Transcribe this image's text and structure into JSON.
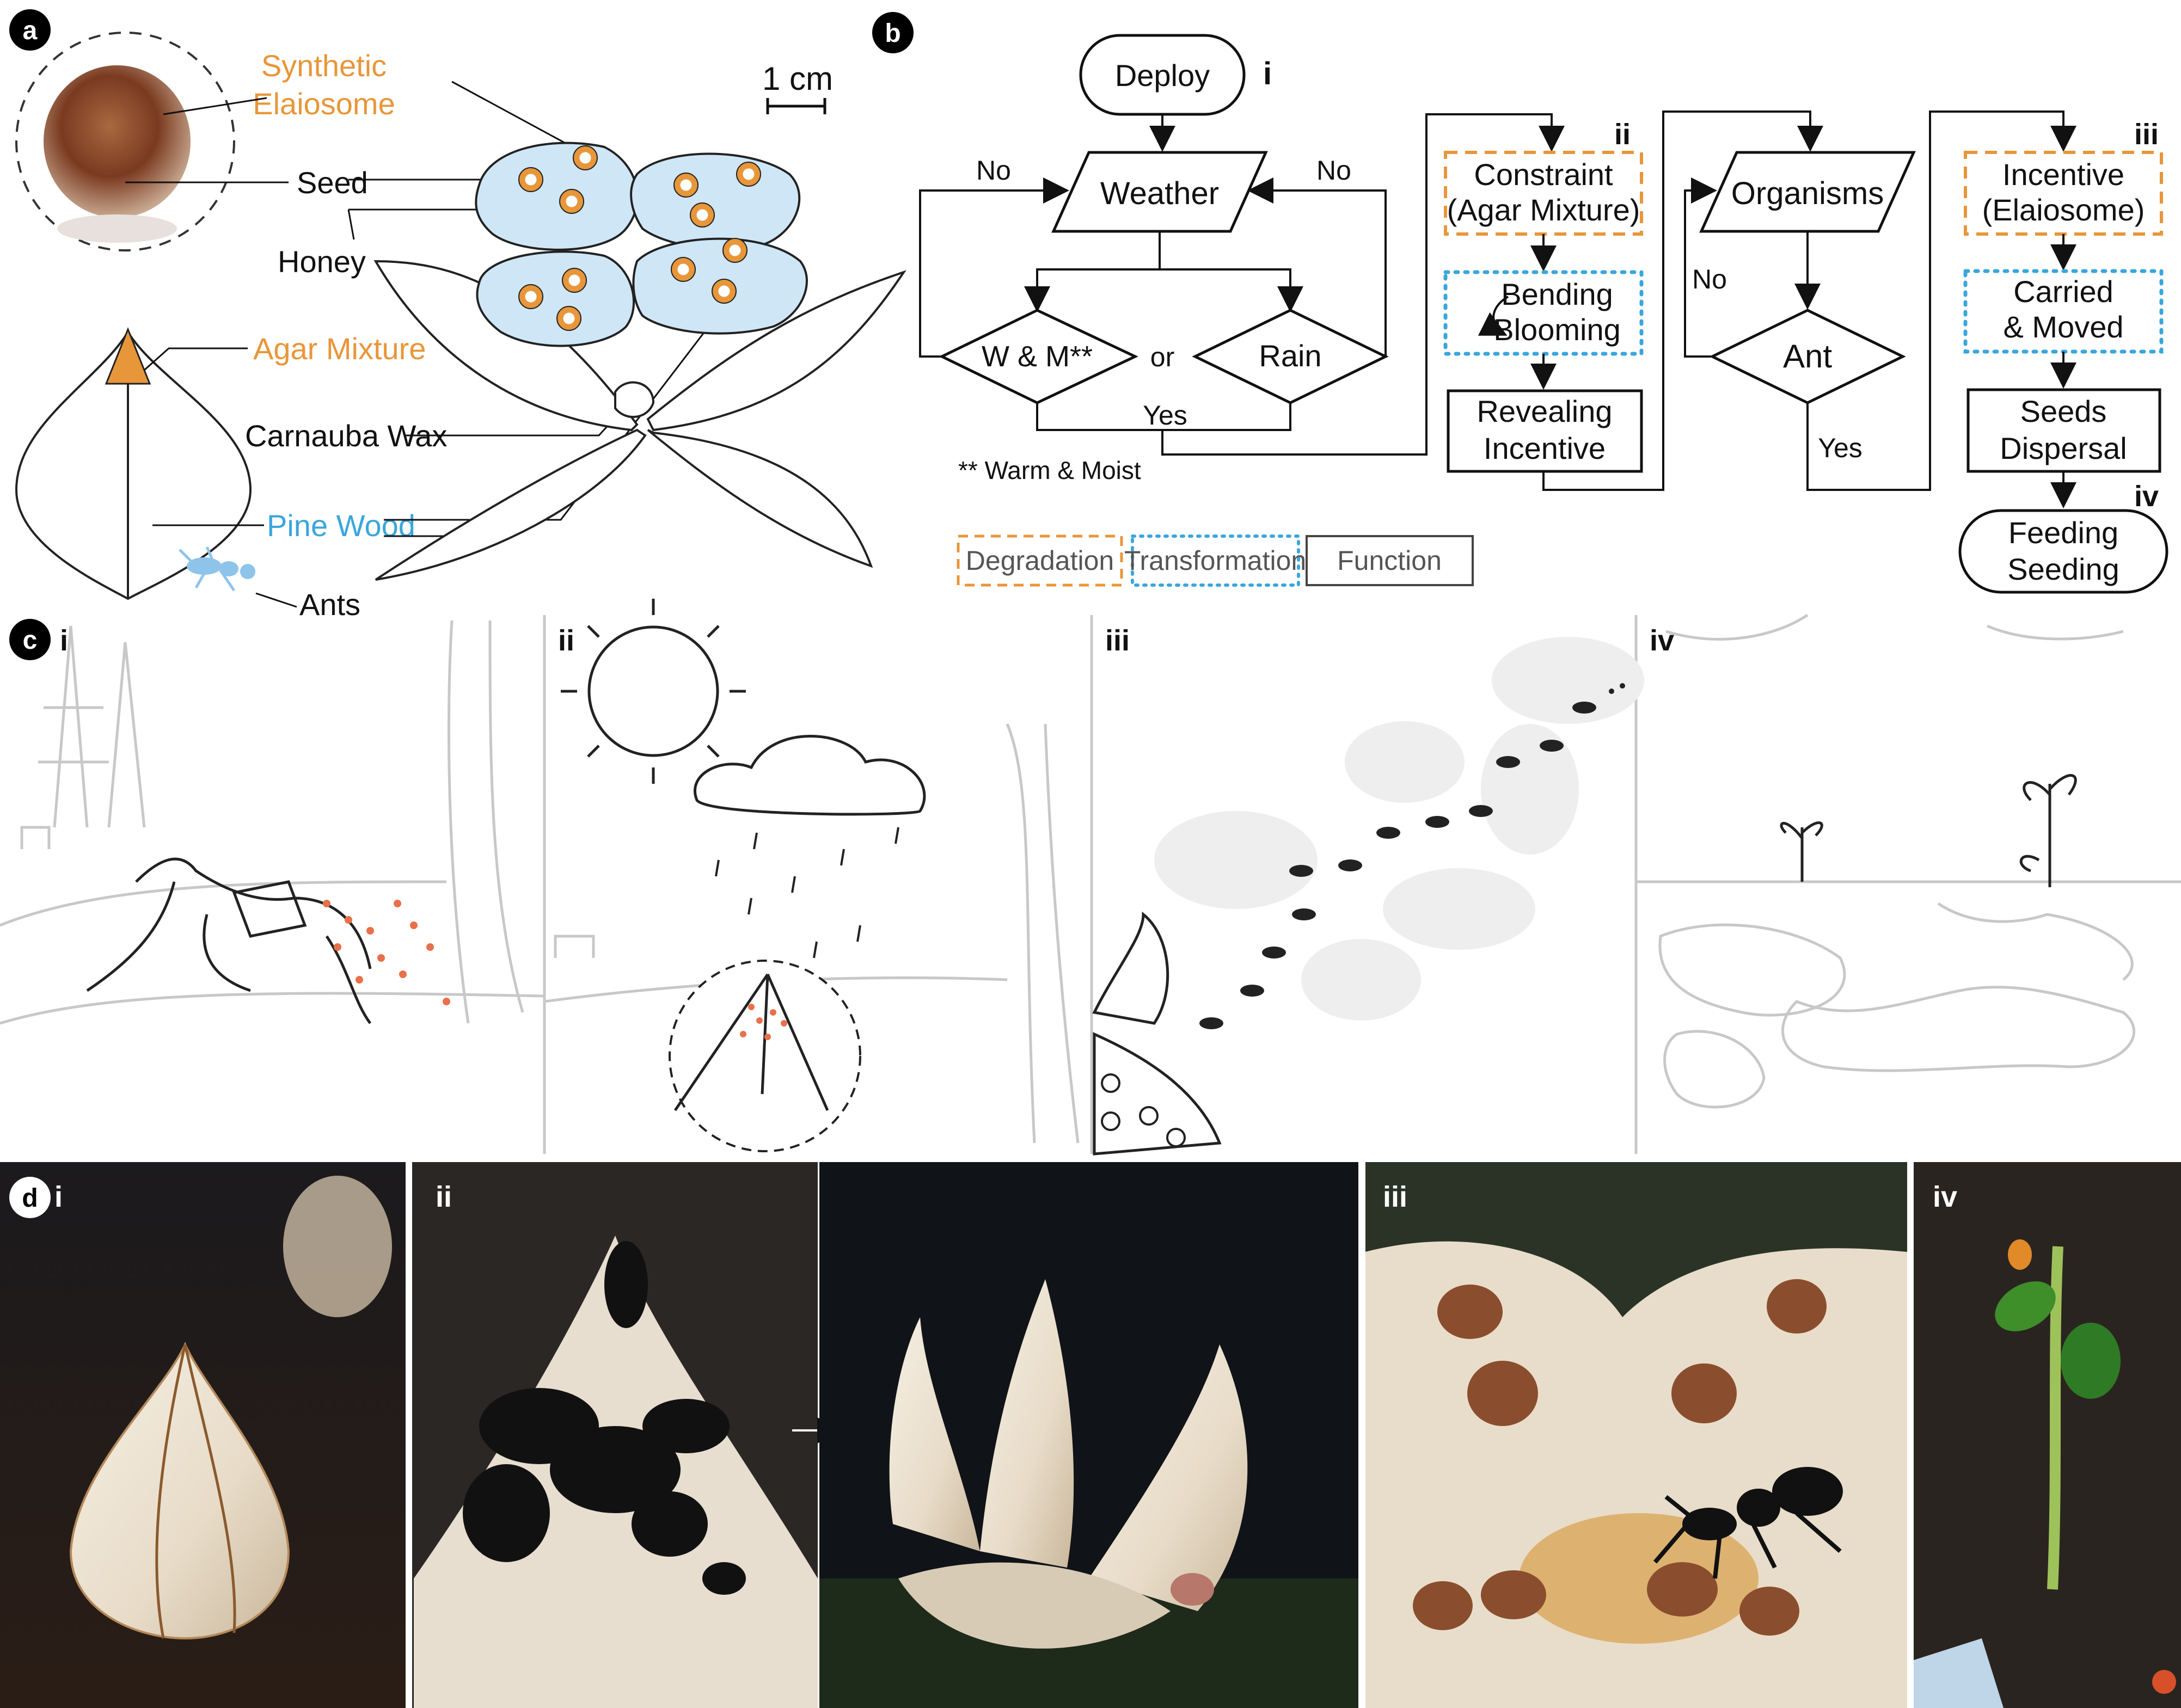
{
  "panels": {
    "a": "a",
    "b": "b",
    "c": "c",
    "d": "d"
  },
  "panel_a": {
    "synthetic_elaiosome": [
      "Synthetic",
      "Elaiosome"
    ],
    "seed": "Seed",
    "honey": "Honey",
    "scale": "1 cm",
    "agar_mixture": "Agar Mixture",
    "carnauba_wax": "Carnauba Wax",
    "pine_wood": "Pine Wood",
    "ants": "Ants"
  },
  "panel_b": {
    "deploy": "Deploy",
    "step_i": "i",
    "weather": "Weather",
    "no_left": "No",
    "no_right": "No",
    "wm": "W & M**",
    "or": "or",
    "rain": "Rain",
    "yes": "Yes",
    "footnote": "** Warm & Moist",
    "step_ii": "ii",
    "constraint": [
      "Constraint",
      "(Agar Mixture)"
    ],
    "bending": [
      "Bending",
      "Blooming"
    ],
    "revealing": [
      "Revealing",
      "Incentive"
    ],
    "organisms": "Organisms",
    "no_ant": "No",
    "ant": "Ant",
    "yes_ant": "Yes",
    "step_iii": "iii",
    "incentive": [
      "Incentive",
      "(Elaiosome)"
    ],
    "carried": [
      "Carried",
      "& Moved"
    ],
    "seeds": [
      "Seeds",
      "Dispersal"
    ],
    "step_iv": "iv",
    "feeding": [
      "Feeding",
      "Seeding"
    ],
    "legend": [
      "Degradation",
      "Transformation",
      "Function"
    ]
  },
  "panel_c": {
    "sub": [
      "i",
      "ii",
      "iii",
      "iv"
    ]
  },
  "panel_d": {
    "sub": [
      "i",
      "ii",
      "iii",
      "iv"
    ]
  },
  "colors": {
    "orange": "#e8963a",
    "blue": "#3aa6dc",
    "petal_fill": "#cfe6f6",
    "sketch_gray": "#c8c8c8"
  }
}
